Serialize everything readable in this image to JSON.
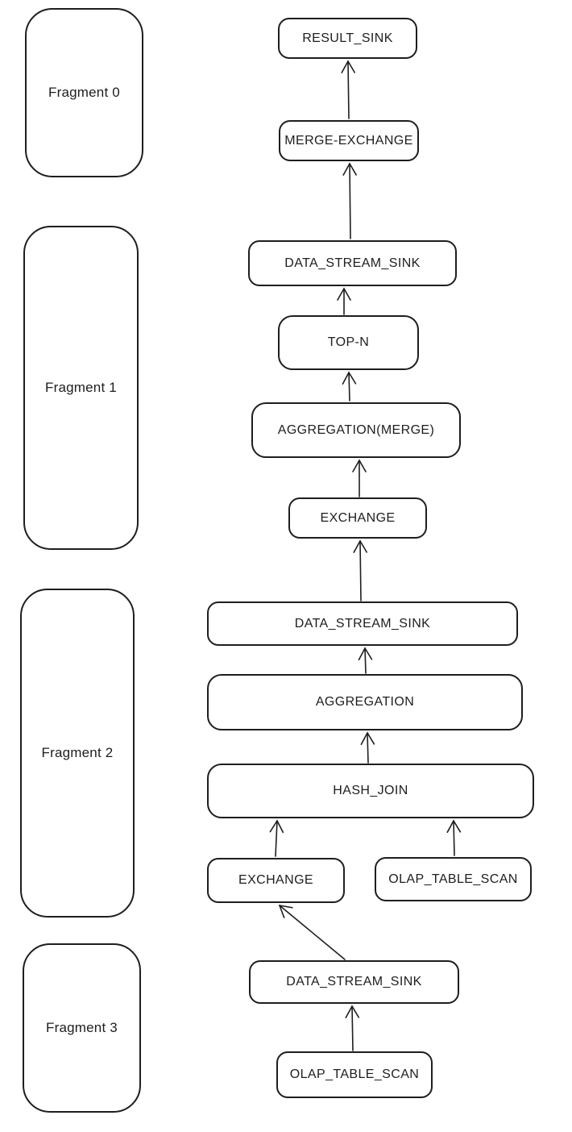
{
  "colors": {
    "background": "#ffffff",
    "stroke": "#1e1e1e",
    "text": "#1e1e1e"
  },
  "fragments": [
    {
      "label": "Fragment 0"
    },
    {
      "label": "Fragment 1"
    },
    {
      "label": "Fragment 2"
    },
    {
      "label": "Fragment 3"
    }
  ],
  "nodes": [
    {
      "id": "result_sink",
      "label": "RESULT_SINK"
    },
    {
      "id": "merge_exchange",
      "label": "MERGE-EXCHANGE"
    },
    {
      "id": "data_stream_sink_1",
      "label": "DATA_STREAM_SINK"
    },
    {
      "id": "top_n",
      "label": "TOP-N"
    },
    {
      "id": "aggregation_merge",
      "label": "AGGREGATION(MERGE)"
    },
    {
      "id": "exchange_1",
      "label": "EXCHANGE"
    },
    {
      "id": "data_stream_sink_2",
      "label": "DATA_STREAM_SINK"
    },
    {
      "id": "aggregation",
      "label": "AGGREGATION"
    },
    {
      "id": "hash_join",
      "label": "HASH_JOIN"
    },
    {
      "id": "exchange_2",
      "label": "EXCHANGE"
    },
    {
      "id": "olap_table_scan_1",
      "label": "OLAP_TABLE_SCAN"
    },
    {
      "id": "data_stream_sink_3",
      "label": "DATA_STREAM_SINK"
    },
    {
      "id": "olap_table_scan_2",
      "label": "OLAP_TABLE_SCAN"
    }
  ],
  "edges": [
    {
      "from": "merge_exchange",
      "to": "result_sink"
    },
    {
      "from": "data_stream_sink_1",
      "to": "merge_exchange"
    },
    {
      "from": "top_n",
      "to": "data_stream_sink_1"
    },
    {
      "from": "aggregation_merge",
      "to": "top_n"
    },
    {
      "from": "exchange_1",
      "to": "aggregation_merge"
    },
    {
      "from": "data_stream_sink_2",
      "to": "exchange_1"
    },
    {
      "from": "aggregation",
      "to": "data_stream_sink_2"
    },
    {
      "from": "hash_join",
      "to": "aggregation"
    },
    {
      "from": "exchange_2",
      "to": "hash_join"
    },
    {
      "from": "olap_table_scan_1",
      "to": "hash_join"
    },
    {
      "from": "data_stream_sink_3",
      "to": "exchange_2"
    },
    {
      "from": "olap_table_scan_2",
      "to": "data_stream_sink_3"
    }
  ]
}
